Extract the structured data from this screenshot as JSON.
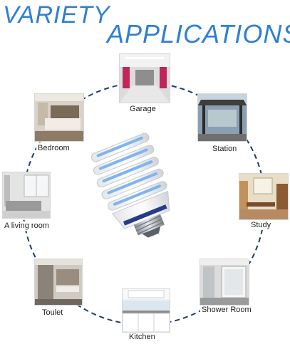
{
  "heading": {
    "line1": "VARIETY",
    "line2": "APPLICATIONS"
  },
  "colors": {
    "heading": "#2f7fd6",
    "ring": "#1e3d6b",
    "bulb_led": "#7fb4ee",
    "bulb_band": "#263c8a"
  },
  "rooms": [
    {
      "label": "Garage",
      "icon": "garage-photo"
    },
    {
      "label": "Station",
      "icon": "station-photo"
    },
    {
      "label": "Study",
      "icon": "study-photo"
    },
    {
      "label": "Shower Room",
      "icon": "shower-room-photo"
    },
    {
      "label": "Kitchen",
      "icon": "kitchen-photo"
    },
    {
      "label": "Toulet",
      "icon": "toilet-photo"
    },
    {
      "label": "A living room",
      "icon": "living-room-photo"
    },
    {
      "label": "Bedroom",
      "icon": "bedroom-photo"
    }
  ],
  "product": {
    "icon": "led-corn-bulb-image"
  }
}
